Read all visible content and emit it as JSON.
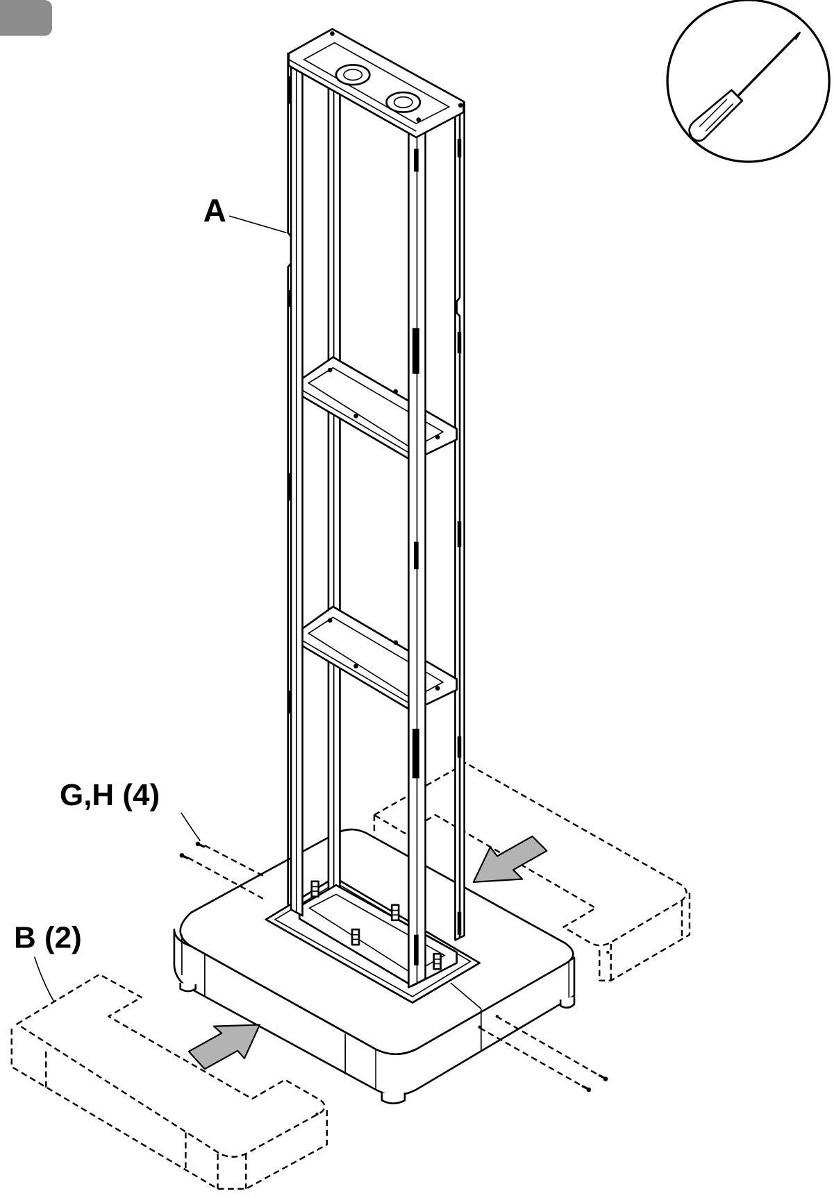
{
  "labels": {
    "part_a": "A",
    "fasteners": "G,H (4)",
    "part_b": "B (2)"
  },
  "step_badge": {
    "color": "#8c8c8c"
  },
  "tool": {
    "icon": "screwdriver-icon"
  },
  "colors": {
    "line": "#000000",
    "arrow_fill": "#b3b3b3",
    "background": "#ffffff"
  }
}
